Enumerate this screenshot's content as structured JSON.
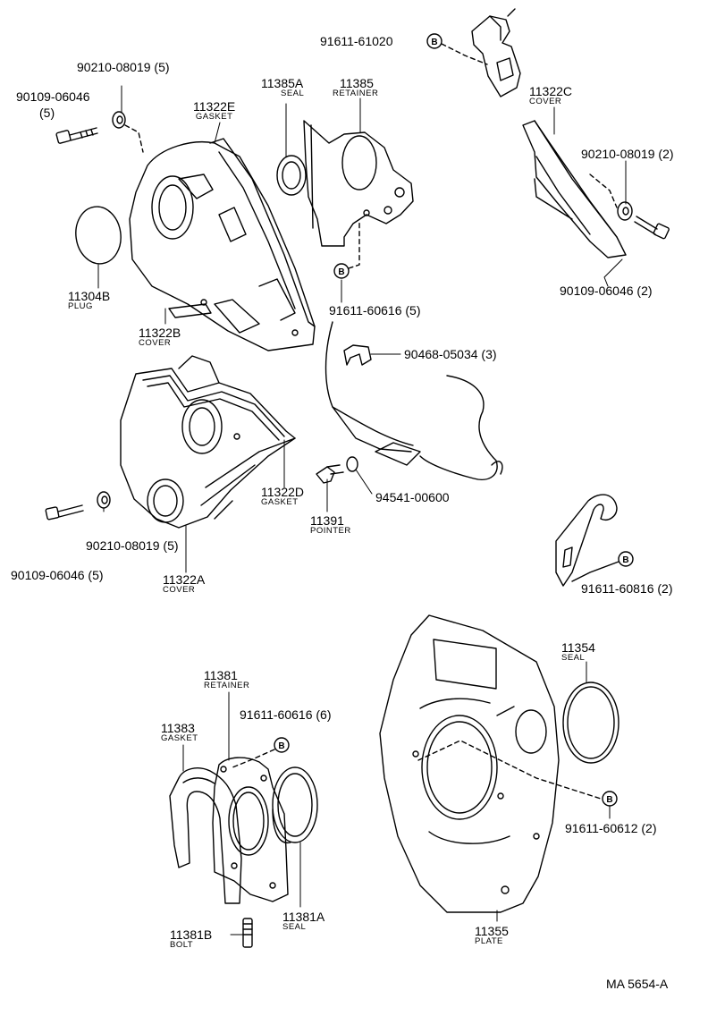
{
  "colors": {
    "ink": "#000000",
    "paper": "#ffffff"
  },
  "icons": {
    "marker": "circled-letter-b"
  },
  "marker_letter": "B",
  "diagram_code": "MA  5654-A",
  "parts": [
    {
      "id": "p01",
      "num": "91611-61020"
    },
    {
      "id": "p02",
      "num": "90210-08019",
      "qty": "(5)"
    },
    {
      "id": "p03",
      "num": "90109-06046",
      "qty": "(5)"
    },
    {
      "id": "p04",
      "num": "11322E",
      "name": "GASKET"
    },
    {
      "id": "p05",
      "num": "11385A",
      "name": "SEAL"
    },
    {
      "id": "p06",
      "num": "11385",
      "name": "RETAINER"
    },
    {
      "id": "p07",
      "num": "11322C",
      "name": "COVER"
    },
    {
      "id": "p08",
      "num": "90210-08019",
      "qty": "(2)"
    },
    {
      "id": "p09",
      "num": "90109-06046",
      "qty": "(2)"
    },
    {
      "id": "p10",
      "num": "11304B",
      "name": "PLUG"
    },
    {
      "id": "p11",
      "num": "91611-60616",
      "qty": "(5)"
    },
    {
      "id": "p12",
      "num": "11322B",
      "name": "COVER"
    },
    {
      "id": "p13",
      "num": "90468-05034",
      "qty": "(3)"
    },
    {
      "id": "p14",
      "num": "11322D",
      "name": "GASKET"
    },
    {
      "id": "p15",
      "num": "94541-00600"
    },
    {
      "id": "p16",
      "num": "11391",
      "name": "POINTER"
    },
    {
      "id": "p17",
      "num": "90210-08019",
      "qty": "(5)"
    },
    {
      "id": "p18",
      "num": "90109-06046",
      "qty": "(5)"
    },
    {
      "id": "p19",
      "num": "11322A",
      "name": "COVER"
    },
    {
      "id": "p20",
      "num": "91611-60816",
      "qty": "(2)"
    },
    {
      "id": "p21",
      "num": "11354",
      "name": "SEAL"
    },
    {
      "id": "p22",
      "num": "11381",
      "name": "RETAINER"
    },
    {
      "id": "p23",
      "num": "91611-60616",
      "qty": "(6)"
    },
    {
      "id": "p24",
      "num": "11383",
      "name": "GASKET"
    },
    {
      "id": "p25",
      "num": "91611-60612",
      "qty": "(2)"
    },
    {
      "id": "p26",
      "num": "11381A",
      "name": "SEAL"
    },
    {
      "id": "p27",
      "num": "11381B",
      "name": "BOLT"
    },
    {
      "id": "p28",
      "num": "11355",
      "name": "PLATE"
    }
  ]
}
